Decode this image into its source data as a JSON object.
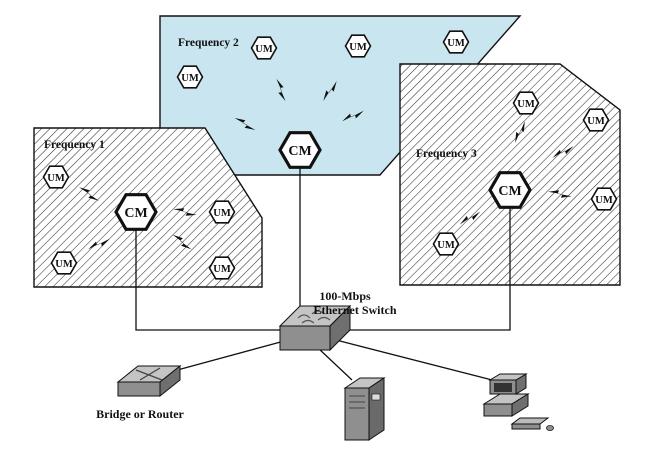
{
  "regions": [
    {
      "id": "freq2",
      "label": "Frequency 2",
      "fill": "#c9e6f0",
      "pattern": "none"
    },
    {
      "id": "freq1",
      "label": "Frequency 1",
      "fill": "#ffffff",
      "pattern": "hatch"
    },
    {
      "id": "freq3",
      "label": "Frequency 3",
      "fill": "#ffffff",
      "pattern": "hatch"
    }
  ],
  "node_labels": {
    "um": "UM",
    "cm": "CM"
  },
  "switch_label_line1": "100-Mbps",
  "switch_label_line2": "Ethernet Switch",
  "bridge_label": "Bridge or Router",
  "colors": {
    "stroke": "#111111",
    "device": "#8f8f8f",
    "device_light": "#c4c4c4",
    "freq2_fill": "#c9e6f0"
  },
  "icons": [
    "hexagon-node",
    "lightning-bolt",
    "ethernet-switch",
    "bridge-router",
    "server-tower",
    "workstation"
  ]
}
